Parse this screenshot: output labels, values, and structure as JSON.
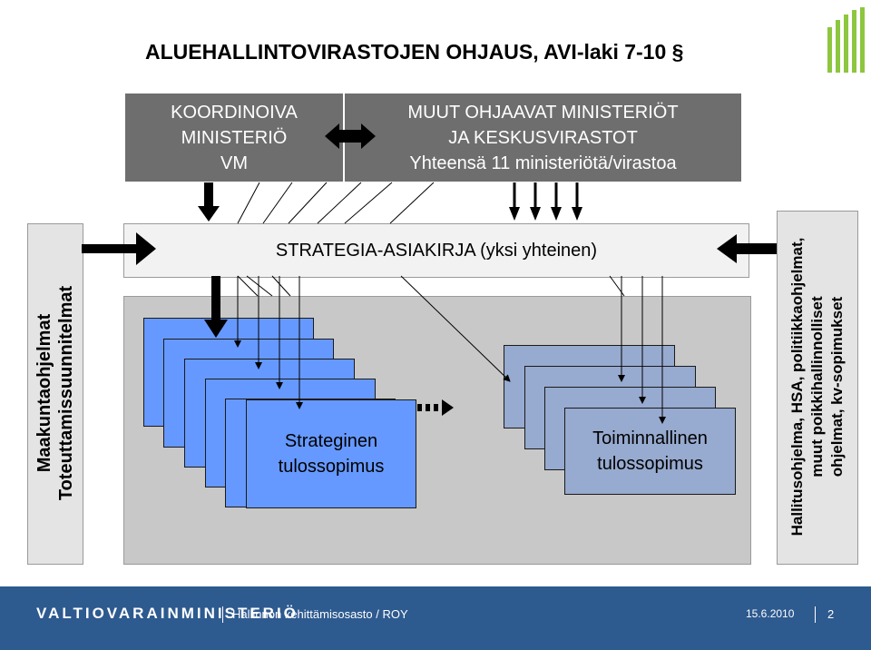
{
  "title": "ALUEHALLINTOVIRASTOJEN OHJAUS, AVI-laki 7-10 §",
  "coordinating": {
    "line1": "KOORDINOIVA",
    "line2": "MINISTERIÖ",
    "line3": "VM"
  },
  "other": {
    "line1": "MUUT OHJAAVAT MINISTERIÖT",
    "line2": "JA KESKUSVIRASTOT",
    "line3": "Yhteensä 11 ministeriötä/virastoa"
  },
  "strategy_doc": "STRATEGIA-ASIAKIRJA (yksi yhteinen)",
  "left_side": {
    "line1": "Maakuntaohjelmat",
    "line2": "Toteuttamissuunnitelmat"
  },
  "right_side": {
    "line1": "Hallitusohjelma, HSA, politiikkaohjelmat,",
    "line2": "muut poikkihallinnolliset",
    "line3": "ohjelmat, kv-sopimukset"
  },
  "strategic": {
    "line1": "Strateginen",
    "line2": "tulossopimus"
  },
  "operational": {
    "line1": "Toiminnallinen",
    "line2": "tulossopimus"
  },
  "colors": {
    "footer": "#2d5a8f",
    "dark_box": "#6e6e6e",
    "strategic_card": "#6699ff",
    "operational_card": "#97aacf",
    "logo_bars": "#8dc63f"
  },
  "footer": {
    "logo": "VALTIOVARAINMINISTERIÖ",
    "department": "Hallinnon kehittämisosasto / ROY",
    "date": "15.6.2010",
    "page": "2"
  }
}
